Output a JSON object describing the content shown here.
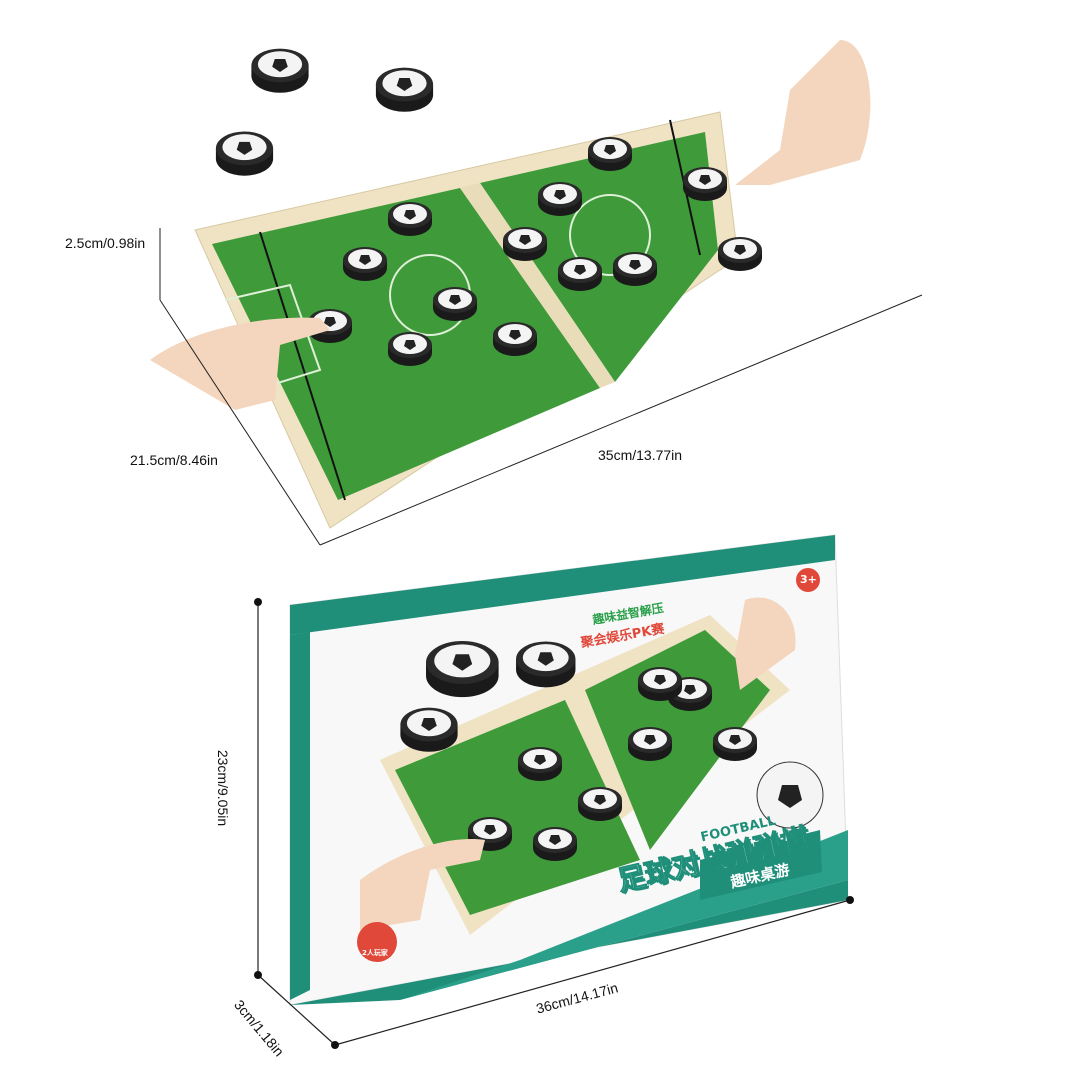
{
  "board": {
    "height_label": "2.5cm/0.98in",
    "width_label": "21.5cm/8.46in",
    "length_label": "35cm/13.77in"
  },
  "box": {
    "height_label": "23cm/9.05in",
    "depth_label": "3cm/1.18in",
    "length_label": "36cm/14.17in",
    "brand_en": "FOOTBALL",
    "title_cn": "足球对战弹弹棋",
    "subtitle_cn": "趣味桌游",
    "slogan_1": "趣味益智解压",
    "slogan_2": "聚会娱乐PK赛",
    "age_badge": "3+",
    "players_badge": "2人玩家"
  },
  "colors": {
    "field": "#3f9a3a",
    "wood": "#efe3c4",
    "teal": "#1f8f7a",
    "red": "#e0483a"
  }
}
